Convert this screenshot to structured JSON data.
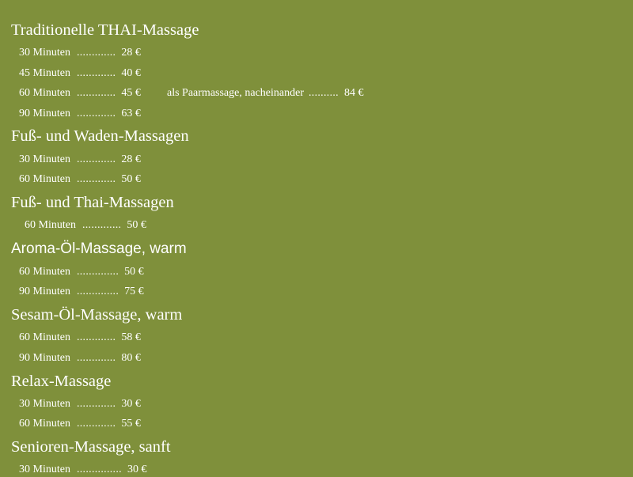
{
  "page": {
    "background": "#7f903b",
    "text_color": "#ffffff"
  },
  "sections": [
    {
      "title": "Traditionelle THAI-Massage",
      "items": [
        {
          "duration": "30 Minuten",
          "dots": ".............",
          "price": "28 €"
        },
        {
          "duration": "45 Minuten",
          "dots": ".............",
          "price": "40 €"
        },
        {
          "duration": "60 Minuten",
          "dots": ".............",
          "price": "45 €",
          "extra": {
            "label": "als Paarmassage, nacheinander",
            "dots": "..........",
            "price": "84 €"
          }
        },
        {
          "duration": "90 Minuten",
          "dots": ".............",
          "price": "63 €"
        }
      ]
    },
    {
      "title": "Fuß- und Waden-Massagen",
      "items": [
        {
          "duration": "30 Minuten",
          "dots": ".............",
          "price": "28 €"
        },
        {
          "duration": "60 Minuten",
          "dots": ".............",
          "price": "50 €"
        }
      ]
    },
    {
      "title": "Fuß- und Thai-Massagen",
      "items": [
        {
          "duration": "60 Minuten",
          "dots": ".............",
          "price": "50 €"
        }
      ]
    },
    {
      "title": "Aroma-Öl-Massage, warm",
      "items": [
        {
          "duration": "60 Minuten",
          "dots": "..............",
          "price": "50 €"
        },
        {
          "duration": "90 Minuten",
          "dots": "..............",
          "price": "75 €"
        }
      ]
    },
    {
      "title": "Sesam-Öl-Massage, warm",
      "items": [
        {
          "duration": "60 Minuten",
          "dots": ".............",
          "price": "58 €"
        },
        {
          "duration": "90 Minuten",
          "dots": ".............",
          "price": "80 €"
        }
      ]
    },
    {
      "title": "Relax-Massage",
      "items": [
        {
          "duration": "30 Minuten",
          "dots": ".............",
          "price": "30 €"
        },
        {
          "duration": "60 Minuten",
          "dots": ".............",
          "price": "55 €"
        }
      ]
    },
    {
      "title": "Senioren-Massage, sanft",
      "items": [
        {
          "duration": "30 Minuten",
          "dots": "...............",
          "price": "30 €"
        }
      ]
    }
  ]
}
